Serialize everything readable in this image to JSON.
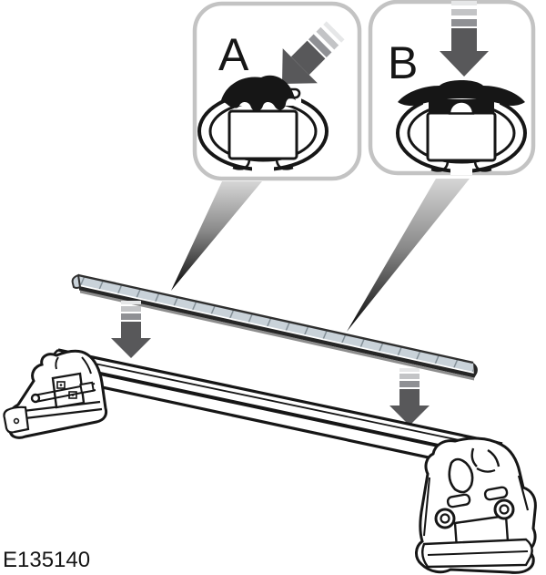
{
  "figure": {
    "code": "E135140",
    "background": "#ffffff"
  },
  "callouts": [
    {
      "label": "A",
      "icon": "angled-insert-arrow-icon"
    },
    {
      "label": "B",
      "icon": "vertical-press-arrow-icon"
    }
  ],
  "colors": {
    "line": "#161616",
    "callout_border": "#c3c3c3",
    "arrow_dark": "#58585a",
    "arrow_stripe_light": "#e6e7e8",
    "arrow_stripe_mid": "#c3c4c6",
    "arrow_stripe_heavy": "#8f9094",
    "strip_face": "#c9d2d9",
    "strip_edge_dark": "#262626",
    "strip_edge_gray": "#8d8d8d",
    "rubber": "#161616",
    "wedge_top": "#d6d6d6",
    "wedge_tip": "#050505"
  }
}
